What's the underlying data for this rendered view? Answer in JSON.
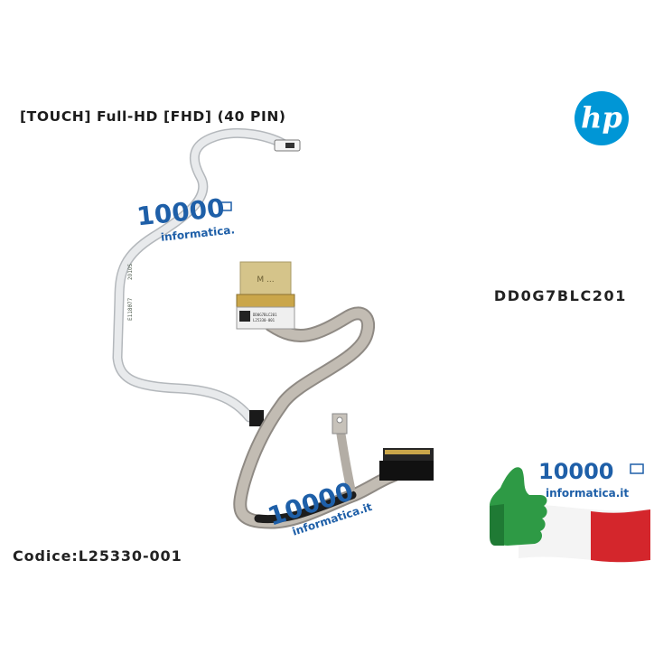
{
  "product": {
    "heading": "[TOUCH] Full-HD [FHD] (40 PIN)",
    "part_number": "DD0G7BLC201",
    "code": "Codice:L25330-001"
  },
  "brand": {
    "hp_logo_text": "hp",
    "hp_color": "#0096d6"
  },
  "watermark": {
    "number": "10000",
    "site": "informatica.it",
    "color": "#1e5fa8"
  },
  "cable_labels": {
    "flex_print_1": "E118077",
    "flex_print_2": "2O1OS",
    "connector_tape": "M ...",
    "chip_label_1": "DD0G7BLC201",
    "chip_label_2": "L25330-001"
  },
  "colors": {
    "flag_green": "#2e9a45",
    "flag_white": "#f4f4f4",
    "flag_red": "#d4262c",
    "cable_gray": "#b9b3ab",
    "flex_white": "#e6e8ea",
    "tape_yellow": "#d7c487"
  }
}
